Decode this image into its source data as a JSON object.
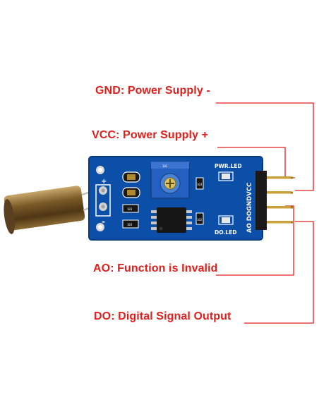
{
  "labels": {
    "gnd": "GND: Power Supply -",
    "vcc": "VCC: Power Supply +",
    "ao": "AO: Function is Invalid",
    "do": "DO: Digital Signal Output"
  },
  "board": {
    "pwr_led": "PWR.LED",
    "do_led": "DO.LED",
    "pins": "AO DOGNDVCC",
    "plus": "+",
    "minus": "-",
    "pot_marking": "103",
    "smd_codes": [
      "103",
      "103",
      "103",
      "102"
    ]
  },
  "colors": {
    "label_red": "#e0201c",
    "board_blue": "#0b4fa8",
    "pot_blue": "#2460c0",
    "header_black": "#1a1a1a",
    "pin_gold": "#c9a03c",
    "sensor_brass": "#9a7a3a"
  }
}
